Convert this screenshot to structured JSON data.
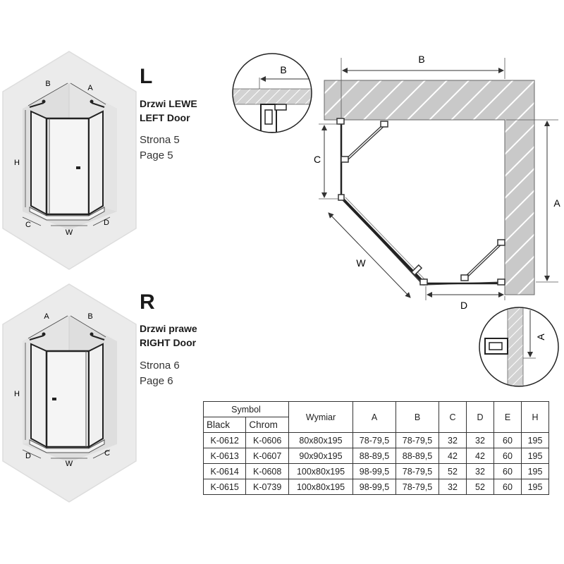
{
  "left_door": {
    "letter": "L",
    "line1": "Drzwi LEWE",
    "line2": "LEFT Door",
    "page_pl": "Strona 5",
    "page_en": "Page 5",
    "dims": {
      "top_left": "B",
      "top_right": "A",
      "height": "H",
      "bottom_left": "C",
      "bottom_mid": "W",
      "bottom_right": "D"
    }
  },
  "right_door": {
    "letter": "R",
    "line1": "Drzwi prawe",
    "line2": "RIGHT Door",
    "page_pl": "Strona 6",
    "page_en": "Page 6",
    "dims": {
      "top_left": "A",
      "top_right": "B",
      "height": "H",
      "bottom_left": "D",
      "bottom_mid": "W",
      "bottom_right": "C"
    }
  },
  "plan": {
    "B": "B",
    "A": "A",
    "C": "C",
    "W": "W",
    "D": "D"
  },
  "details": {
    "top": "B",
    "bottom": "A"
  },
  "table": {
    "symbol_header": "Symbol",
    "sub_headers": [
      "Black",
      "Chrom"
    ],
    "columns": [
      "Wymiar",
      "A",
      "B",
      "C",
      "D",
      "E",
      "H"
    ],
    "rows": [
      {
        "black": "K-0612",
        "chrom": "K-0606",
        "wymiar": "80x80x195",
        "a": "78-79,5",
        "b": "78-79,5",
        "c": "32",
        "d": "32",
        "e": "60",
        "h": "195"
      },
      {
        "black": "K-0613",
        "chrom": "K-0607",
        "wymiar": "90x90x195",
        "a": "88-89,5",
        "b": "88-89,5",
        "c": "42",
        "d": "42",
        "e": "60",
        "h": "195"
      },
      {
        "black": "K-0614",
        "chrom": "K-0608",
        "wymiar": "100x80x195",
        "a": "98-99,5",
        "b": "78-79,5",
        "c": "52",
        "d": "32",
        "e": "60",
        "h": "195"
      },
      {
        "black": "K-0615",
        "chrom": "K-0739",
        "wymiar": "100x80x195",
        "a": "98-99,5",
        "b": "78-79,5",
        "c": "32",
        "d": "52",
        "e": "60",
        "h": "195"
      }
    ]
  }
}
